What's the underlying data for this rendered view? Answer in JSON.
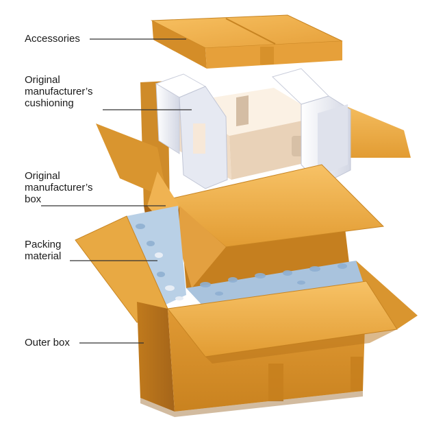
{
  "labels": {
    "accessories": [
      "Accessories"
    ],
    "cushioning": [
      "Original",
      "manufacturer’s",
      "cushioning"
    ],
    "inner_box": [
      "Original",
      "manufacturer’s",
      "box"
    ],
    "packing": [
      "Packing",
      "material"
    ],
    "outer_box": [
      "Outer box"
    ]
  },
  "colors": {
    "cardboard_light": "#f4b54f",
    "cardboard_mid": "#e29a2d",
    "cardboard_dark": "#b96f18",
    "cardboard_shadow": "#8f5410",
    "foam": "#eef0f8",
    "foam_shade": "#c8ccda",
    "device": "#f3e4d2",
    "device_shade": "#d9c2a9",
    "peanuts": "#a9c3dd",
    "leader_line": "#333333"
  }
}
